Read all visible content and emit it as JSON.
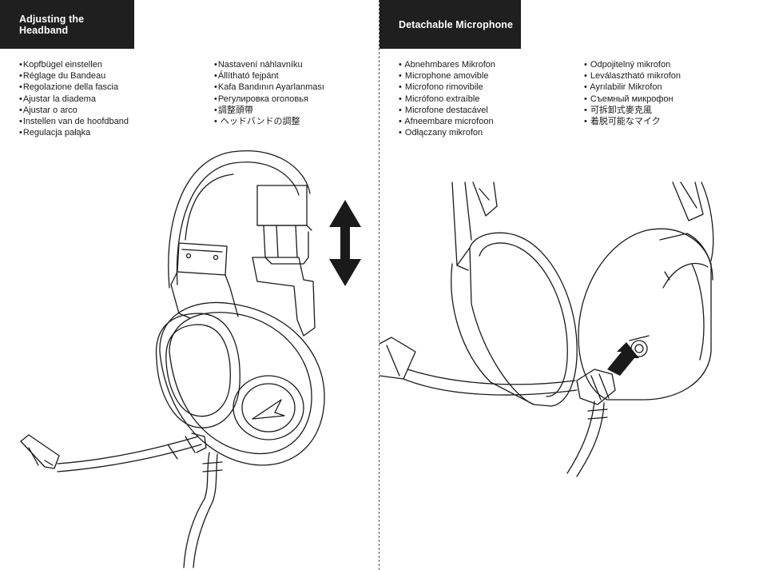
{
  "left_page": {
    "title": "Adjusting the Headband",
    "col1": [
      "Kopfbügel einstellen",
      "Réglage du Bandeau",
      "Regolazione della fascia",
      "Ajustar la diadema",
      "Ajustar o arco",
      "Instellen van de hoofdband",
      "Regulacja pałąka"
    ],
    "col2": [
      "Nastavení náhlavníku",
      "Állítható fejpánt",
      "Kafa Bandının Ayarlanması",
      "Регулировка оголовья",
      "調整頭帶",
      " ヘッドバンドの調整"
    ],
    "illustration_icon": "headset-headband-illustration",
    "arrow_icon": "double-vertical-arrow-icon"
  },
  "right_page": {
    "title": "Detachable Microphone",
    "col1": [
      " Abnehmbares Mikrofon",
      " Microphone amovible",
      " Microfono rimovibile",
      " Micrófono extraíble",
      " Microfone destacável",
      " Afneembare microfoon",
      " Odłączany mikrofon"
    ],
    "col2": [
      " Odpojitelný mikrofon",
      " Leválasztható mikrofon",
      " Ayrılabilir Mikrofon",
      " Съемный микрофон",
      " 可拆卸式麥克風",
      " 着脱可能なマイク"
    ],
    "illustration_icon": "microphone-detach-illustration"
  },
  "colors": {
    "header_bg": "#1f1f1f",
    "header_text": "#ffffff",
    "line_art": "#1a1a1a"
  }
}
